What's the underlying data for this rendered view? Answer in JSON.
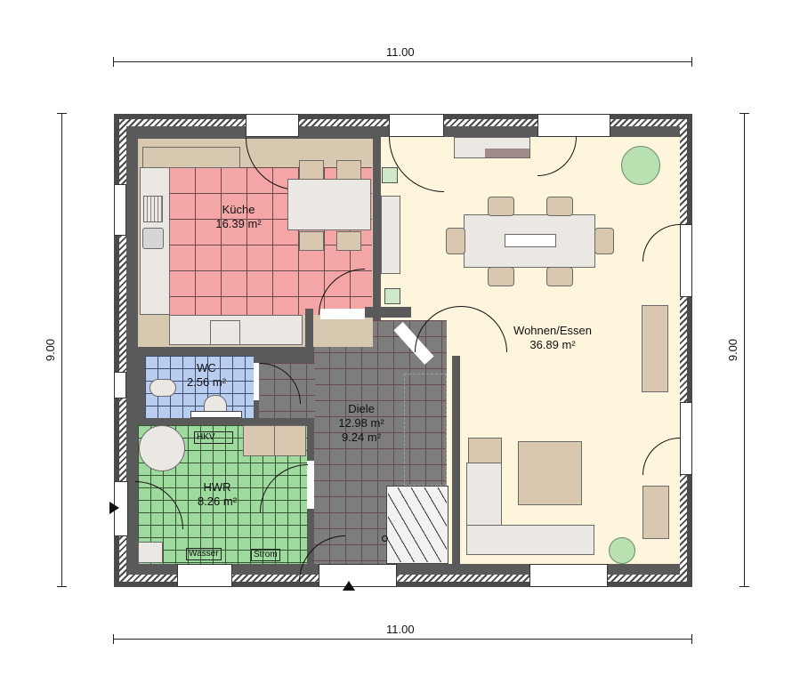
{
  "dimensions": {
    "top_width": "11.00",
    "bottom_width": "11.00",
    "left_height": "9.00",
    "right_height": "9.00"
  },
  "rooms": {
    "kueche": {
      "name": "Küche",
      "area": "16.39 m²",
      "color": "#f4a6a6"
    },
    "wc": {
      "name": "WC",
      "area": "2.56 m²",
      "color": "#b9cdf0"
    },
    "hwr": {
      "name": "HWR",
      "area": "8.26 m²",
      "color": "#9ed99e"
    },
    "diele": {
      "name": "Diele",
      "area": "12.98 m²",
      "area_secondary": "9.24 m²",
      "color": "#7a7a7a"
    },
    "wohnen": {
      "name": "Wohnen/Essen",
      "area": "36.89 m²",
      "color": "#fdf6dc"
    }
  },
  "labels": {
    "hkv": "HKV",
    "wasser": "Wasser",
    "strom": "Strom"
  },
  "markers": {
    "entrance_icon": "triangle-up",
    "side_entrance_icon": "triangle-right"
  },
  "colors": {
    "wall": "#4a4a4a",
    "kitchen_counter": "#d8c8b0",
    "furniture_light": "#ebe7e3",
    "furniture_tan": "#d9c7b0",
    "plant": "#9fd39a"
  }
}
